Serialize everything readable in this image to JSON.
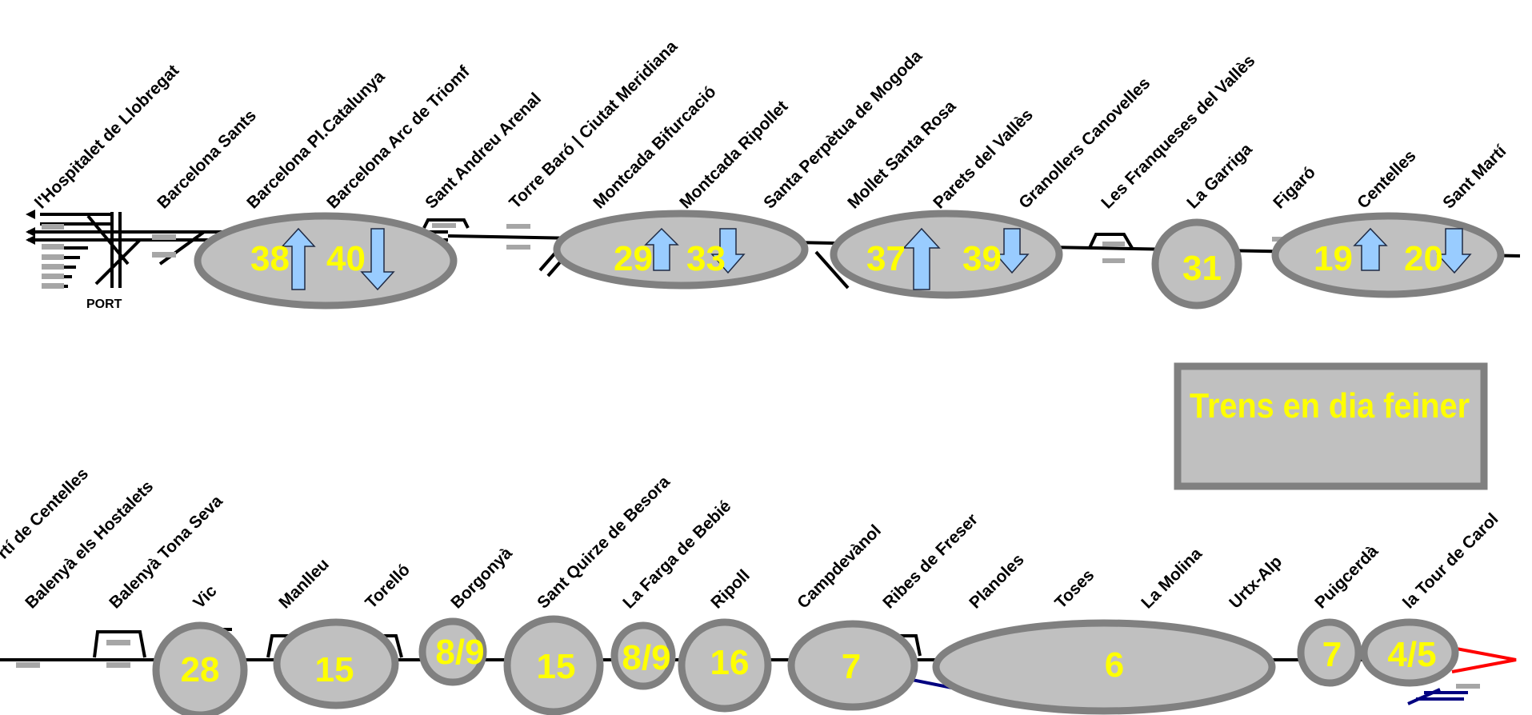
{
  "stations_top": [
    "l'Hospitalet de Llobregat",
    "Barcelona Sants",
    "Barcelona Pl.Catalunya",
    "Barcelona Arc de Triomf",
    "Sant Andreu Arenal",
    "Torre Baró | Ciutat Meridiana",
    "Montcada Bifurcació",
    "Montcada Ripollet",
    "Santa Perpètua de Mogoda",
    "Mollet Santa Rosa",
    "Parets del Vallès",
    "Granollers Canovelles",
    "Les Franqueses del Vallès",
    "La Garriga",
    "Figaró",
    "Centelles",
    "Sant Martí"
  ],
  "stations_bottom": [
    "rtí de Centelles",
    "Balenyà els Hostalets",
    "Balenyà Tona Seva",
    "Vic",
    "Manlleu",
    "Torelló",
    "Borgonyà",
    "Sant Quirze de Besora",
    "La Farga de Bebié",
    "Ripoll",
    "Campdevànol",
    "Ribes de Freser",
    "Planoles",
    "Toses",
    "La Molina",
    "Urtx-Alp",
    "Puigcerdà",
    "la Tour de Carol"
  ],
  "port_label": "PORT",
  "counts_top": {
    "group1_up": "38",
    "group1_down": "40",
    "group2_up": "29",
    "group2_down": "33",
    "group3_up": "37",
    "group3_down": "39",
    "group4": "31",
    "group5_up": "19",
    "group5_down": "20"
  },
  "counts_bottom": [
    "28",
    "15",
    "8/9",
    "15",
    "8/9",
    "16",
    "7",
    "6",
    "7",
    "4/5"
  ],
  "legend": {
    "title": "Trens en dia feiner"
  },
  "colors": {
    "bubble_fill": "#c0c0c0",
    "bubble_stroke": "#808080",
    "count_text": "#ffff00",
    "arrow_fill": "#99ccff",
    "line": "#000000",
    "branch_red": "#ff0000",
    "branch_blue": "#000080"
  }
}
